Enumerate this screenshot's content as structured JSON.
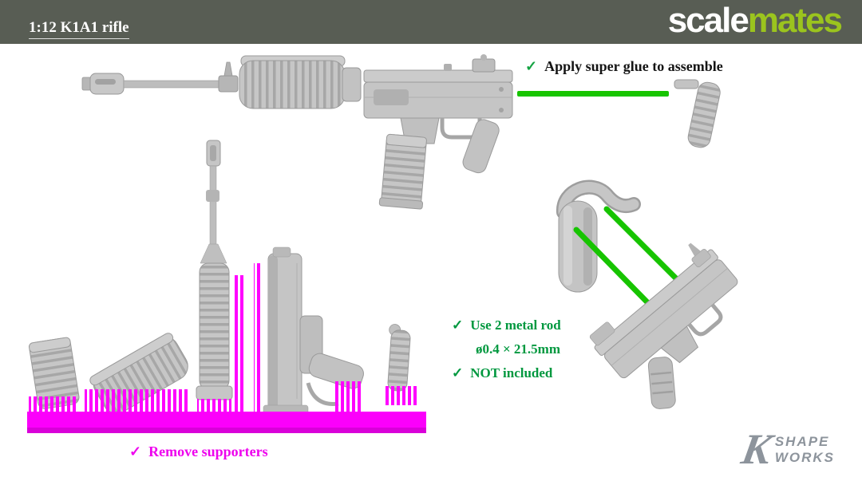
{
  "header": {
    "title": "1:12 K1A1 rifle",
    "brand": {
      "scale": "scale",
      "mates": "mates"
    }
  },
  "notes": {
    "glue": {
      "check": "✓",
      "text": "Apply super glue to assemble"
    },
    "rods": {
      "check1": "✓",
      "line1": "Use 2 metal rod",
      "line2": "ø0.4 × 21.5mm",
      "check2": "✓",
      "line3": "NOT included"
    },
    "remove": {
      "check": "✓",
      "text": "Remove supporters"
    }
  },
  "watermark": {
    "k": "K",
    "shape": "SHAPE",
    "works": "WORKS"
  },
  "colors": {
    "header_bg": "#585d54",
    "brand_green": "#9bc41e",
    "note_black": "#141414",
    "note_green": "#00983f",
    "rod_green": "#17c400",
    "support_magenta": "#ff00ff",
    "part_gray": "#c5c5c5"
  }
}
